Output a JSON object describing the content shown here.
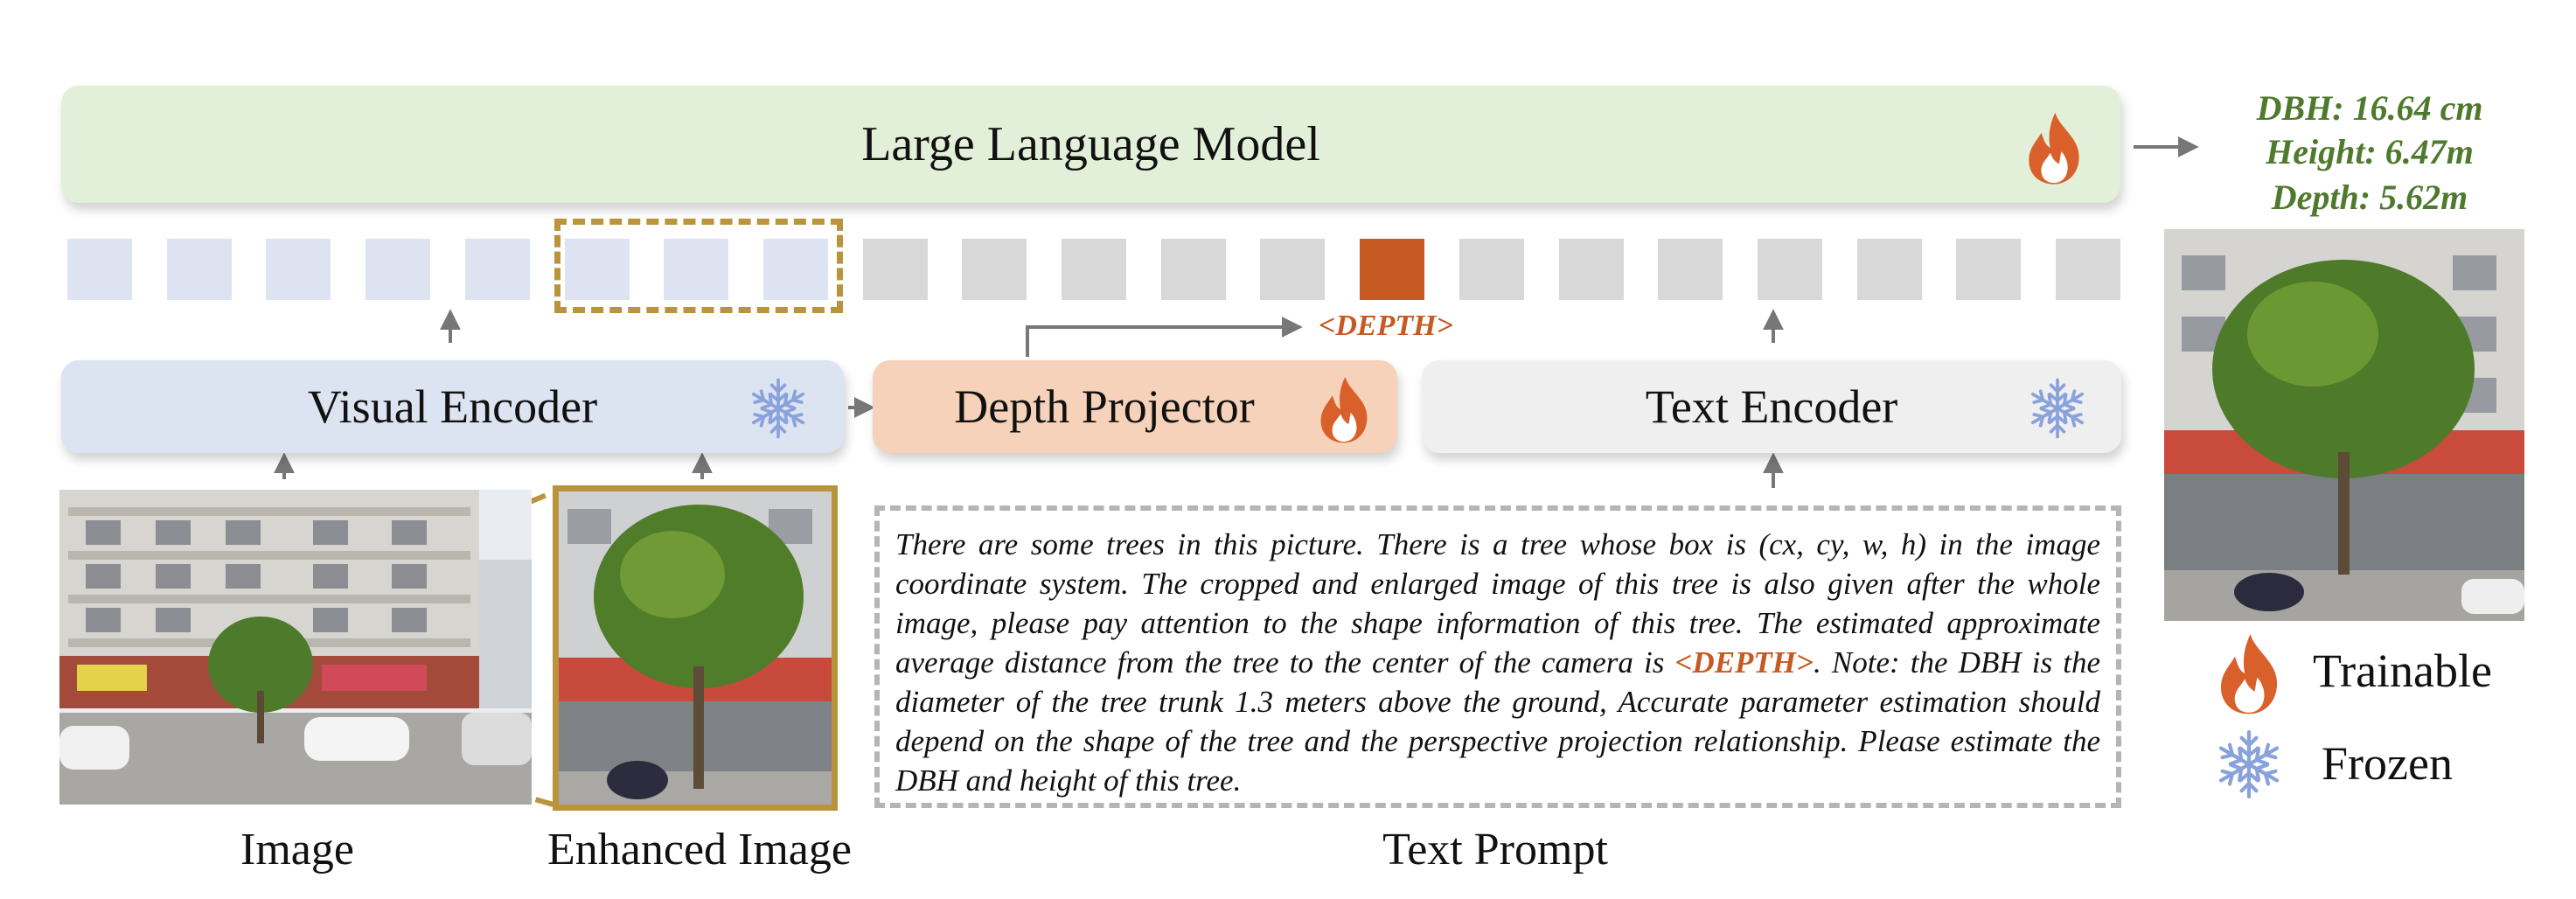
{
  "llm": {
    "title": "Large Language Model"
  },
  "encoders": {
    "visual": "Visual Encoder",
    "depth": "Depth Projector",
    "text": "Text Encoder"
  },
  "depth_token": "<DEPTH>",
  "tokens": {
    "visual_count": 8,
    "text_count": 13,
    "depth_index": 5
  },
  "prompt": {
    "part1": "There are some trees in this picture. There is a tree whose box is (cx, cy, w, h) in the image coordinate system. The cropped and enlarged image of this tree is also given after the whole image, please pay attention to the shape information of this tree. The estimated approximate average distance from the tree to the center of the camera is ",
    "token": "<DEPTH>",
    "part2": ". Note: the DBH is the diameter of the tree trunk 1.3 meters above the ground, Accurate parameter estimation should depend on the shape of the tree and the perspective projection relationship. Please estimate the DBH and height of this tree."
  },
  "captions": {
    "image": "Image",
    "enhanced": "Enhanced Image",
    "text_prompt": "Text Prompt"
  },
  "output": {
    "dbh": "DBH: 16.64 cm",
    "height": "Height: 6.47m",
    "depth": "Depth: 5.62m"
  },
  "legend": {
    "trainable": "Trainable",
    "frozen": "Frozen"
  },
  "icons": {
    "trainable": "flame-icon",
    "frozen": "snowflake-icon"
  },
  "colors": {
    "llm_fill": "#e3f0d9",
    "visual_fill": "#dce3f1",
    "depth_fill": "#f5d2b9",
    "text_fill": "#efefef",
    "flame": "#d9602a",
    "snowflake": "#8aa2dc",
    "depth_token": "#c65a22",
    "output_text": "#4f7a2e",
    "highlight_dash": "#b9943c"
  }
}
